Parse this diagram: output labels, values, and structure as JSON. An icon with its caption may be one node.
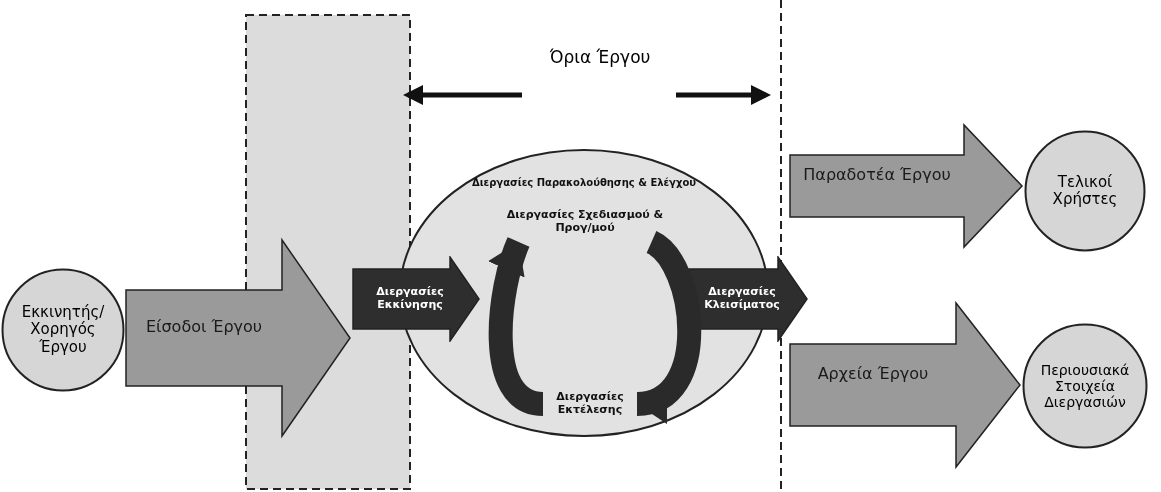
{
  "diagram": {
    "nodes": [
      {
        "text": [
          "Εκκινητής/ Χορηγός Έργου"
        ]
      },
      {
        "text": [
          "Διεργασίες Εκκίνησης"
        ]
      },
      {
        "text": [
          "Διεργασίες Παρακολούθησης & Ελέγχου"
        ]
      },
      {
        "text": [
          "Διεργασίες Σχεδιασμού & Προγ/μού"
        ],
        "in": 2
      },
      {
        "text": [
          "Διεργασίες Εκτέλεσης"
        ],
        "in": 2
      },
      {
        "text": [
          "Διεργασίες Κλεισίματος"
        ]
      },
      {
        "text": [
          "Τελικοί Χρήστες"
        ]
      },
      {
        "text": [
          "Περιουσιακά Στοιχεία Διεργασιών"
        ]
      }
    ],
    "edges": [
      {
        "from": 0,
        "to": 1,
        "arrow": "to",
        "label": "Είσοδοι Έργου"
      },
      {
        "from": 3,
        "to": 4,
        "arrow": "to"
      },
      {
        "from": 4,
        "to": 3,
        "arrow": "to"
      },
      {
        "from": 5,
        "to": 6,
        "arrow": "to",
        "label": "Παραδοτέα Έργου"
      },
      {
        "from": 5,
        "to": 7,
        "arrow": "to",
        "label": "Αρχεία Έργου"
      }
    ],
    "labels": [
      "Όρια Έργου"
    ]
  }
}
